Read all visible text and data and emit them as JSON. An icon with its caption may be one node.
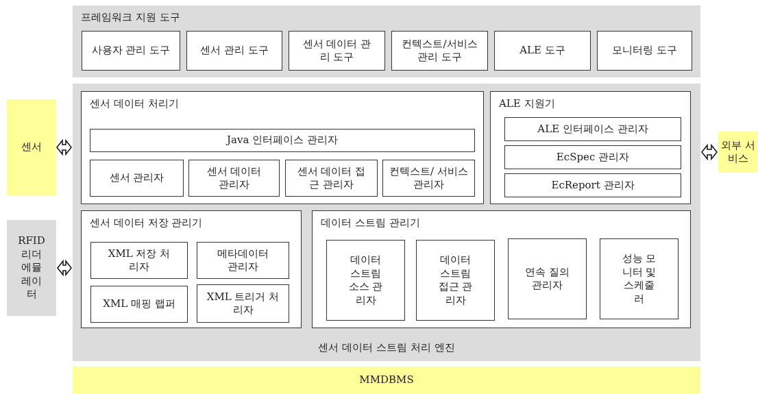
{
  "diagram": {
    "nodes": [
      {
        "text": [
          "프레임워크 지원 도구"
        ]
      },
      {
        "text": [
          "사용자 관리 도구"
        ],
        "in": 0
      },
      {
        "text": [
          "센서 관리 도구"
        ],
        "in": 0
      },
      {
        "text": [
          "센서 데이터 관리 도구"
        ],
        "in": 0
      },
      {
        "text": [
          "컨텍스트/서비스 관리 도구"
        ],
        "in": 0
      },
      {
        "text": [
          "ALE 도구"
        ],
        "in": 0
      },
      {
        "text": [
          "모니터링 도구"
        ],
        "in": 0
      },
      {
        "text": [
          "센서"
        ]
      },
      {
        "text": [
          "RFID 리더 에뮬레이터"
        ]
      },
      {
        "text": [
          "센서 데이터 스트림 처리 엔진"
        ]
      },
      {
        "text": [
          "센서 데이터 처리기"
        ],
        "in": 9
      },
      {
        "text": [
          "Java 인터페이스 관리자"
        ],
        "in": 10
      },
      {
        "text": [
          "센서 관리자"
        ],
        "in": 10
      },
      {
        "text": [
          "센서 데이터 관리자"
        ],
        "in": 10
      },
      {
        "text": [
          "센서 데이터 접근 관리자"
        ],
        "in": 10
      },
      {
        "text": [
          "컨텍스트/ 서비스 관리자"
        ],
        "in": 10
      },
      {
        "text": [
          "ALE 지원기"
        ],
        "in": 9
      },
      {
        "text": [
          "ALE 인터페이스 관리자"
        ],
        "in": 16
      },
      {
        "text": [
          "EcSpec 관리자"
        ],
        "in": 16
      },
      {
        "text": [
          "EcReport 관리자"
        ],
        "in": 16
      },
      {
        "text": [
          "센서 데이터 저장 관리기"
        ],
        "in": 9
      },
      {
        "text": [
          "XML 저장 처리자"
        ],
        "in": 20
      },
      {
        "text": [
          "메타데이터 관리자"
        ],
        "in": 20
      },
      {
        "text": [
          "XML 매핑 랩퍼"
        ],
        "in": 20
      },
      {
        "text": [
          "XML 트리거 처리자"
        ],
        "in": 20
      },
      {
        "text": [
          "데이터 스트림 관리기"
        ],
        "in": 9
      },
      {
        "text": [
          "데이터 스트림 소스 관리자"
        ],
        "in": 25
      },
      {
        "text": [
          "데이터 스트림 접근 관리자"
        ],
        "in": 25
      },
      {
        "text": [
          "연속 질의 관리자"
        ],
        "in": 25
      },
      {
        "text": [
          "성능 모니터 및 스케줄러"
        ],
        "in": 25
      },
      {
        "text": [
          "외부 서비스"
        ]
      },
      {
        "text": [
          "MMDBMS"
        ]
      }
    ],
    "edges": [
      {
        "from": 7,
        "to": 9,
        "arrow": "both"
      },
      {
        "from": 8,
        "to": 9,
        "arrow": "both"
      },
      {
        "from": 9,
        "to": 30,
        "arrow": "both"
      }
    ]
  }
}
